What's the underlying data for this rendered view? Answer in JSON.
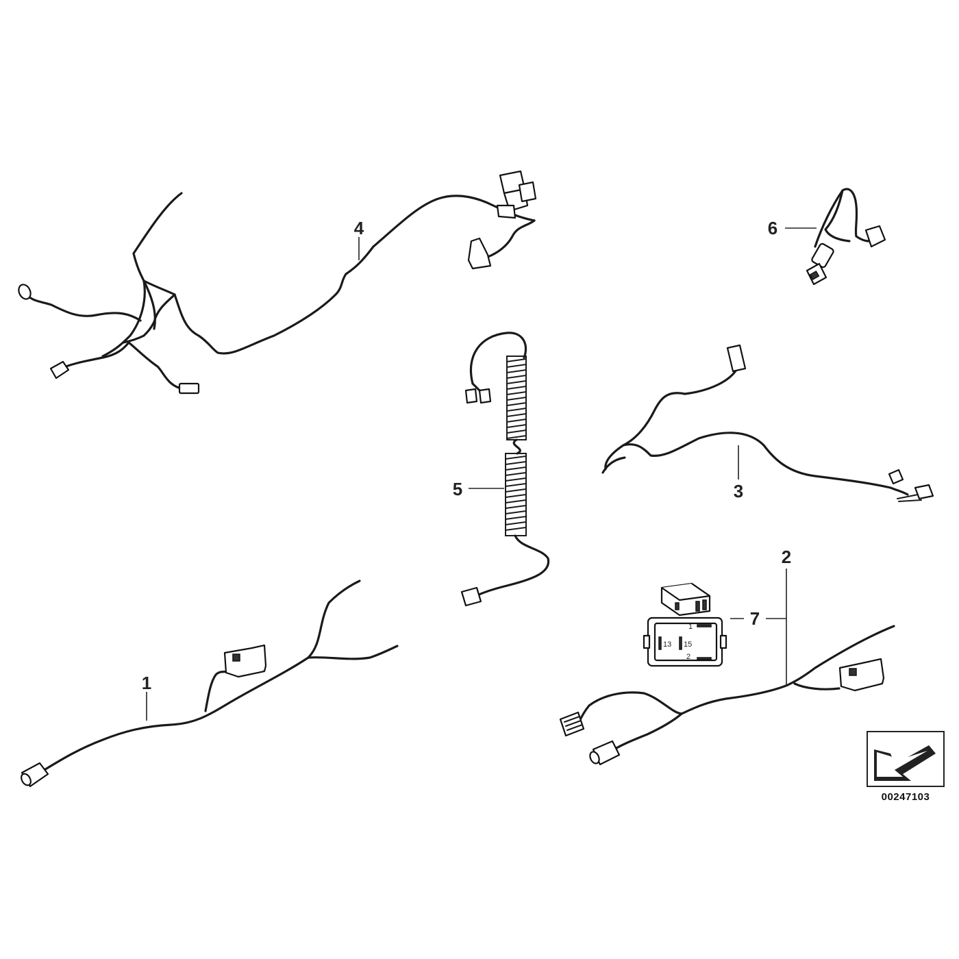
{
  "diagram": {
    "callouts": {
      "c1": "1",
      "c2": "2",
      "c3": "3",
      "c4": "4",
      "c5": "5",
      "c6": "6",
      "c7": "7"
    },
    "relay_pins": {
      "p1": "1",
      "p2": "2",
      "p13": "13",
      "p15": "15"
    },
    "reference_number": "00247103",
    "orientation_icon": "arrow-icon"
  }
}
